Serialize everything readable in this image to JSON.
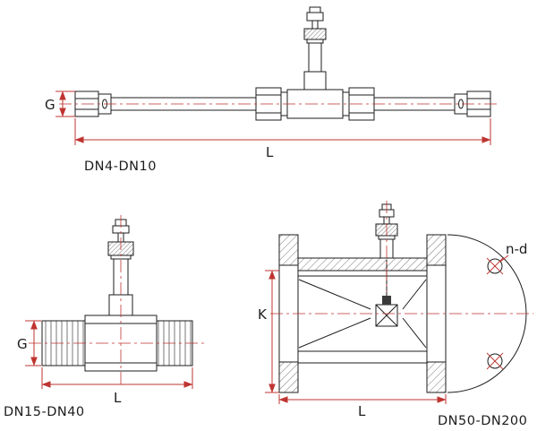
{
  "colors": {
    "background": "#ffffff",
    "geometry_line": "#1c1c1c",
    "dimension_line": "#bf3430",
    "text": "#1c1c1c"
  },
  "drawings": {
    "top": {
      "name": "DN4-DN10",
      "dim_g": "G",
      "dim_l": "L"
    },
    "bottom_left": {
      "name": "DN15-DN40",
      "dim_g": "G",
      "dim_l": "L"
    },
    "bottom_right": {
      "name": "DN50-DN200",
      "dim_k": "K",
      "dim_l": "L",
      "dim_nd": "n-d"
    }
  }
}
